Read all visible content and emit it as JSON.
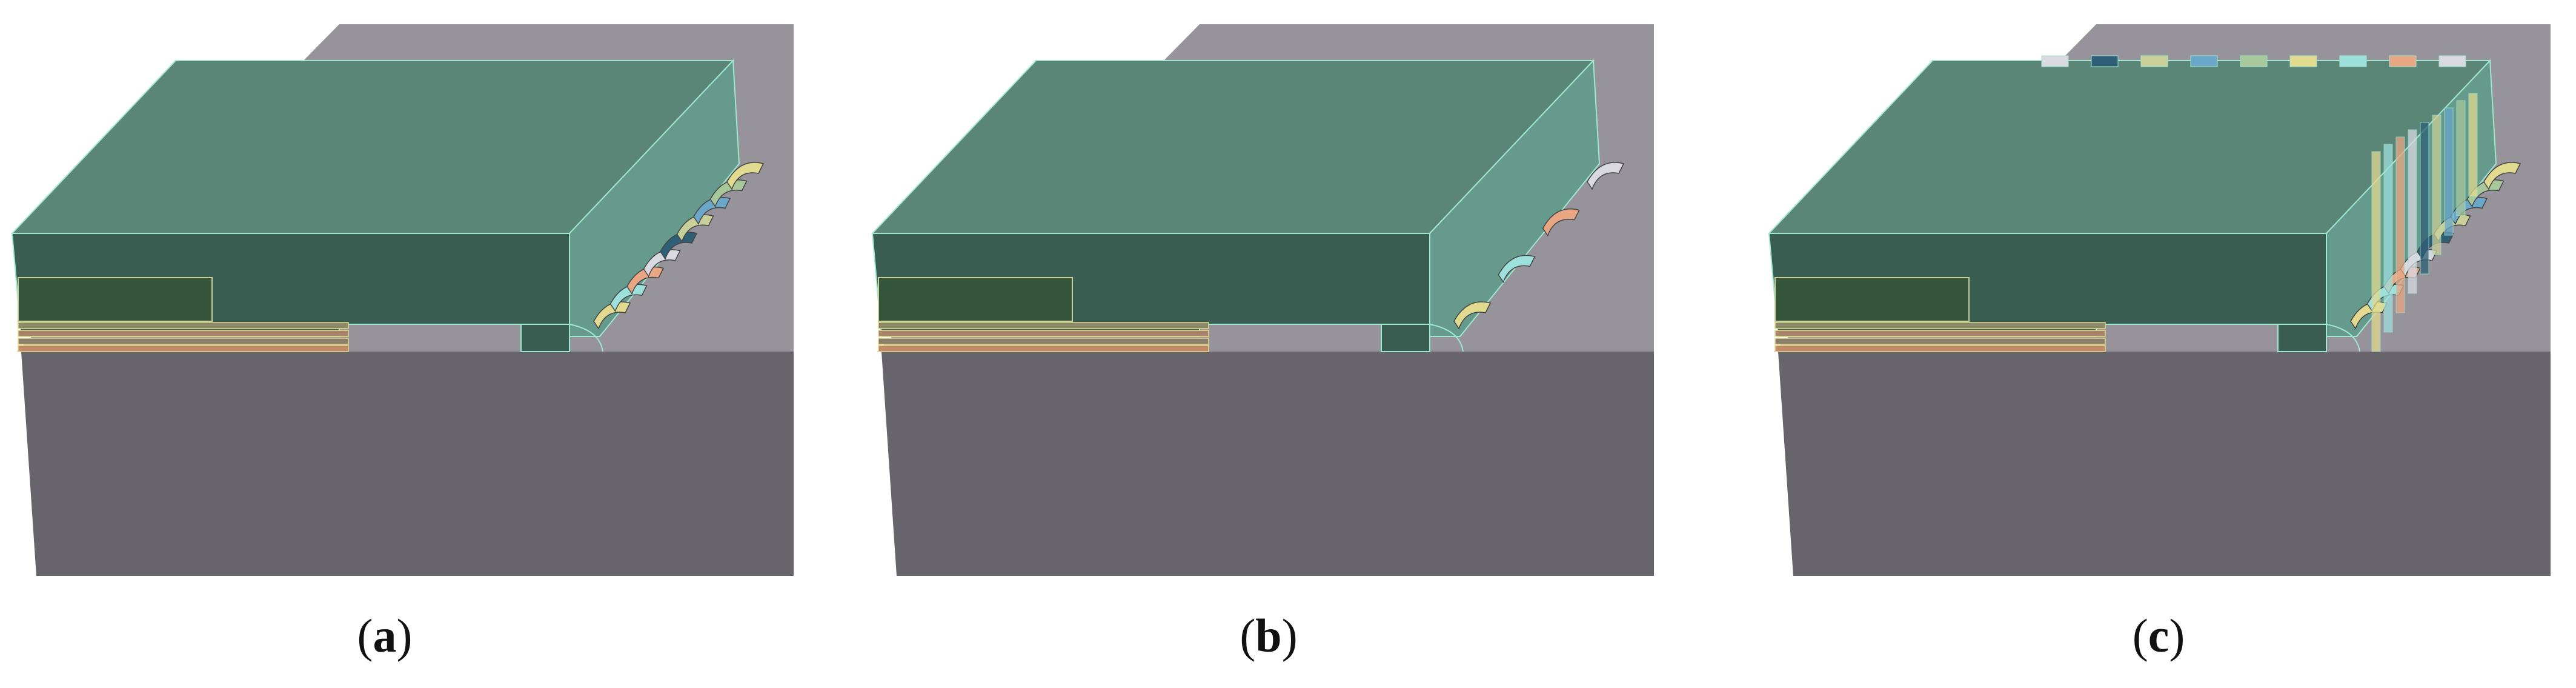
{
  "panels": [
    {
      "id": "a",
      "label_open": "(",
      "label": "a",
      "label_close": ")",
      "variant": "partial-etch"
    },
    {
      "id": "b",
      "label_open": "(",
      "label": "b",
      "label_close": ")",
      "variant": "sparse-scallops"
    },
    {
      "id": "c",
      "label_open": "(",
      "label": "c",
      "label_close": ")",
      "variant": "layered-sidewall"
    }
  ],
  "colors": {
    "substrate_front": "#67646b",
    "substrate_top": "#96939a",
    "block_top": "#5a8577",
    "block_side": "#659a8c",
    "block_front": "#3a5d52",
    "inset": "#35553a",
    "outline": "#9fe8cf",
    "layer_colors": [
      "#e2da8e",
      "#9ee0dc",
      "#e9a682",
      "#d9d9e2",
      "#2e5f77",
      "#c8cf98",
      "#6aa7c9",
      "#a8c79a"
    ]
  }
}
